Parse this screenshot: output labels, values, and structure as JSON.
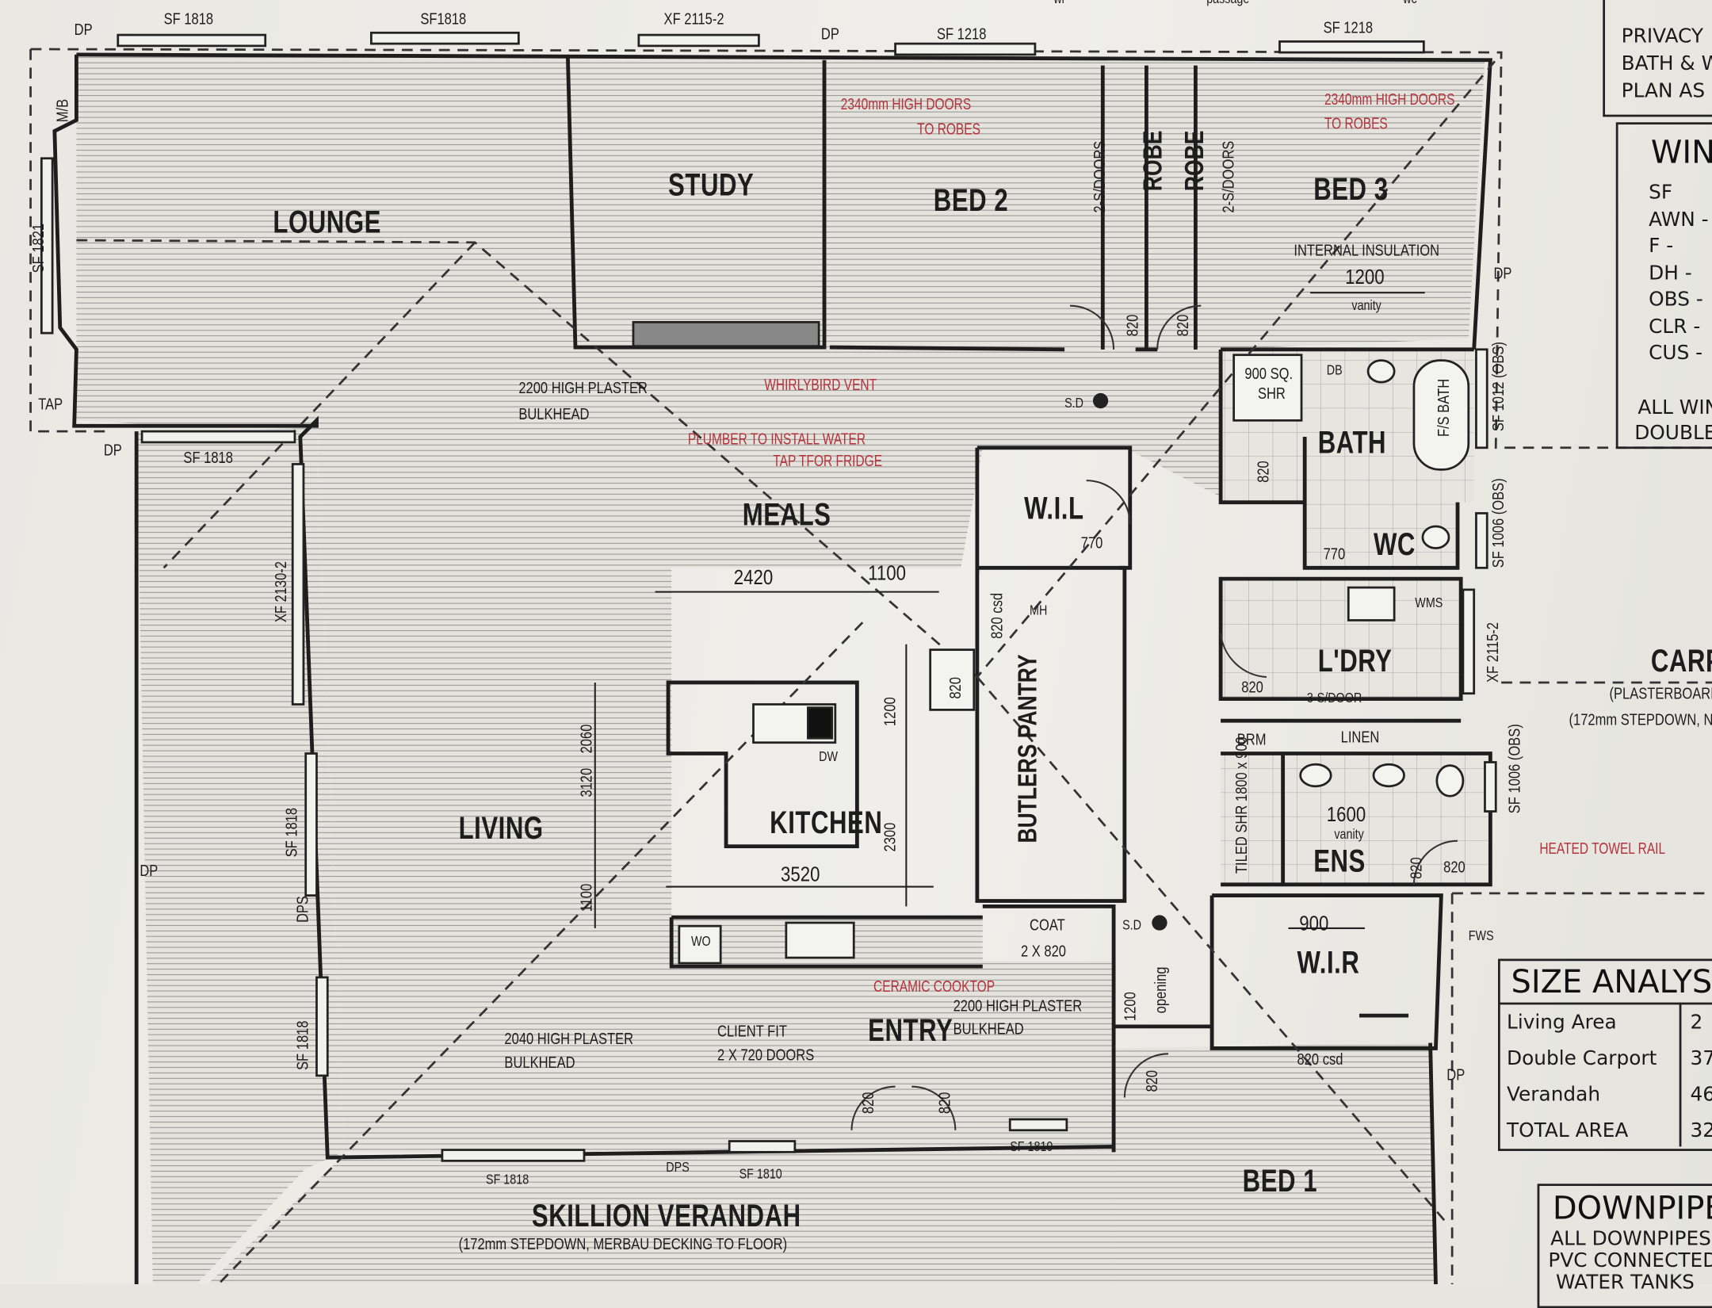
{
  "title": "Floor plan",
  "rooms": {
    "lounge": "LOUNGE",
    "study": "STUDY",
    "bed2": "BED 2",
    "bed3": "BED 3",
    "robe1": "ROBE",
    "robe2": "ROBE",
    "meals": "MEALS",
    "wil": "W.I.L",
    "bath": "BATH",
    "wc": "WC",
    "laundry": "L'DRY",
    "linen": "LINEN",
    "brm": "BRM",
    "ens": "ENS",
    "wir": "W.I.R",
    "living": "LIVING",
    "kitchen": "KITCHEN",
    "butlers_pantry": "BUTLERS PANTRY",
    "entry": "ENTRY",
    "bed1": "BED 1",
    "verandah": "SKILLION VERANDAH",
    "coat": "COAT",
    "carport": "CARP"
  },
  "windows": {
    "top1": "SF 1818",
    "top2": "SF1818",
    "top3": "XF 2115-2",
    "top4": "SF 1218",
    "top5": "SF 1218",
    "left1": "SF 1821",
    "lounge_bottom": "SF 1818",
    "living1": "XF 2130-2",
    "living2": "SF 1818",
    "living3": "SF 1818",
    "bath": "SF 1012 (OBS)",
    "wc": "SF 1006 (OBS)",
    "laundry": "XF 2115-2",
    "ens": "SF 1006 (OBS)",
    "ver1": "SF 1818",
    "ver2": "SF 1810",
    "ver3": "SF 1810"
  },
  "markers": {
    "dp1": "DP",
    "dp2": "DP",
    "dp3": "DP",
    "dp4": "DP",
    "dp5": "DP",
    "dp6": "DP",
    "dps1": "DPS",
    "dps2": "DPS",
    "mb": "M/B",
    "tap": "TAP",
    "sd1": "S.D",
    "sd2": "S.D",
    "fws": "FWS",
    "top_passage": "passage",
    "top_wc": "wc",
    "top_wi": "wi"
  },
  "notes": {
    "doors_robes_a1": "2340mm HIGH DOORS",
    "doors_robes_a2": "TO ROBES",
    "doors_robes_b1": "2340mm HIGH DOORS",
    "doors_robes_b2": "TO ROBES",
    "sdoors1": "2-S/DOORS",
    "sdoors2": "2-S/DOORS",
    "insulation": "INTERNAL INSULATION",
    "bulkhead1a": "2200 HIGH PLASTER",
    "bulkhead1b": "BULKHEAD",
    "whirlybird": "WHIRLYBIRD VENT",
    "plumber1": "PLUMBER TO INSTALL WATER",
    "plumber2": "TAP TFOR FRIDGE",
    "shr1": "900 SQ.",
    "shr2": "SHR",
    "fsbath": "F/S BATH",
    "db": "DB",
    "wms": "WMS",
    "s3door": "3-S/DOOR",
    "csd1": "820 csd",
    "mh": "MH",
    "dw": "DW",
    "wo": "WO",
    "tiled_shr": "TILED SHR 1800 x 900",
    "vanity1": "vanity",
    "vanity2": "vanity",
    "heated_towel": "HEATED TOWEL RAIL",
    "coat_doors": "2 X 820",
    "cooktop": "CERAMIC COOKTOP",
    "bulkhead2a": "2200 HIGH PLASTER",
    "bulkhead2b": "BULKHEAD",
    "bulkhead3a": "2040 HIGH PLASTER",
    "bulkhead3b": "BULKHEAD",
    "client1": "CLIENT FIT",
    "client2": "2 X 720 DOORS",
    "opening": "opening",
    "csd2": "820 csd",
    "verandah_sub": "(172mm STEPDOWN, MERBAU DECKING TO FLOOR)",
    "carport_sub1": "(PLASTERBOARD",
    "carport_sub2": "(172mm STEPDOWN, N"
  },
  "dimensions": {
    "d1200a": "1200",
    "d820a": "820",
    "d820b": "820",
    "d820c": "820",
    "d770a": "770",
    "d770b": "770",
    "d2420": "2420",
    "d1100a": "1100",
    "d820d": "820",
    "d1200b": "1200",
    "d2300": "2300",
    "d3120": "3120",
    "d2060": "2060",
    "d1100b": "1100",
    "d3520": "3520",
    "d1600": "1600",
    "d820e": "820",
    "d900": "900",
    "d1200c": "1200",
    "d820f": "820",
    "d820g": "820",
    "d820h": "820",
    "d820i": "820",
    "d820j": "820"
  },
  "privacy_box": {
    "lines": [
      "PRIVACY",
      "BATH & W",
      "PLAN AS"
    ]
  },
  "window_legend": {
    "title": "WIN",
    "codes": [
      "SF",
      "AWN -",
      "F     -",
      "DH   -",
      "OBS -",
      "CLR -",
      "CUS -"
    ],
    "footer": [
      "ALL WIN",
      "DOUBLE"
    ]
  },
  "size_analysis": {
    "title": "SIZE ANALYSIS",
    "rows": [
      {
        "label": "Living Area",
        "value": "2"
      },
      {
        "label": "Double Carport",
        "value": "37"
      },
      {
        "label": "Verandah",
        "value": "46"
      },
      {
        "label": "TOTAL AREA",
        "value": "32"
      }
    ]
  },
  "downpipes": {
    "title": "DOWNPIPES:",
    "lines": [
      "ALL DOWNPIPES",
      "PVC CONNECTED",
      "WATER TANKS"
    ]
  },
  "colors": {
    "ink": "#1d1d1d",
    "red_note": "#b5323a",
    "paper": "#e9e8e3"
  }
}
